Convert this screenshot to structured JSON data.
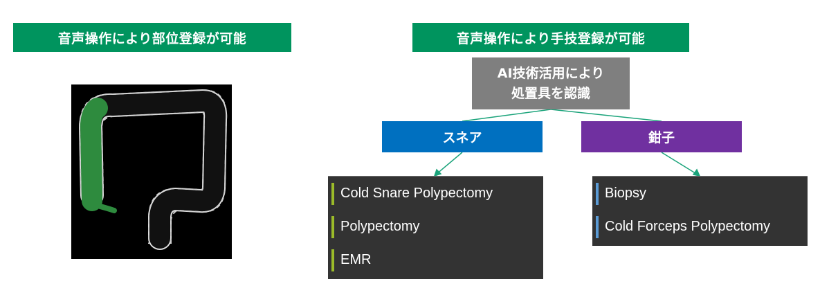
{
  "left_header": "音声操作により部位登録が可能",
  "right_header": "音声操作により手技登録が可能",
  "ai_box": {
    "line1": "AI技術活用により",
    "line2": "処置具を認識",
    "color": "#7f7f7f"
  },
  "categories": [
    {
      "label": "スネア",
      "color": "#0070c0"
    },
    {
      "label": "鉗子",
      "color": "#7030a0"
    }
  ],
  "snare_list": [
    "Cold Snare Polypectomy",
    "Polypectomy",
    "EMR"
  ],
  "forceps_list": [
    "Biopsy",
    "Cold Forceps Polypectomy"
  ],
  "colors": {
    "header_green": "#00945e",
    "highlight_green": "#2e8b3e",
    "list_bg": "#333333",
    "snare_bar": "#9bbb29",
    "forceps_bar": "#5b9bd5",
    "connector": "#1aa37a"
  }
}
